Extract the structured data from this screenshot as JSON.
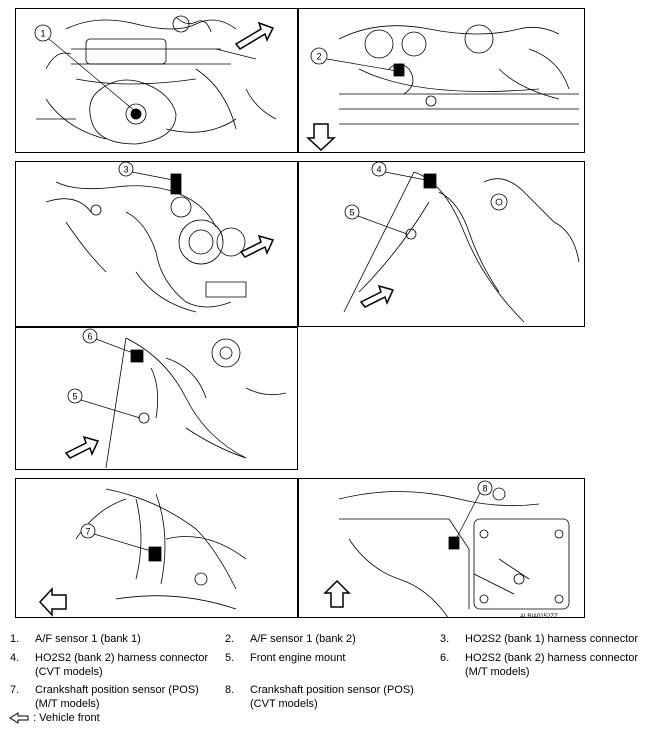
{
  "callouts": {
    "c1": "1",
    "c2": "2",
    "c3": "3",
    "c4": "4",
    "c5a": "5",
    "c6": "6",
    "c5b": "5",
    "c7": "7",
    "c8": "8"
  },
  "reference_code": "ALBIA0152ZZ",
  "legend": {
    "items": [
      {
        "num": "1.",
        "text": "A/F sensor 1 (bank 1)"
      },
      {
        "num": "2.",
        "text": "A/F sensor 1 (bank 2)"
      },
      {
        "num": "3.",
        "text": "HO2S2 (bank 1) harness connector"
      },
      {
        "num": "4.",
        "text": "HO2S2 (bank 2) harness connector",
        "text2": "(CVT models)"
      },
      {
        "num": "5.",
        "text": "Front engine mount"
      },
      {
        "num": "6.",
        "text": "HO2S2 (bank 2) harness connector",
        "text2": "(M/T models)"
      },
      {
        "num": "7.",
        "text": "Crankshaft position sensor (POS)",
        "text2": "(M/T models)"
      },
      {
        "num": "8.",
        "text": "Crankshaft position sensor (POS)",
        "text2": "(CVT models)"
      }
    ],
    "front_label": ": Vehicle front"
  }
}
